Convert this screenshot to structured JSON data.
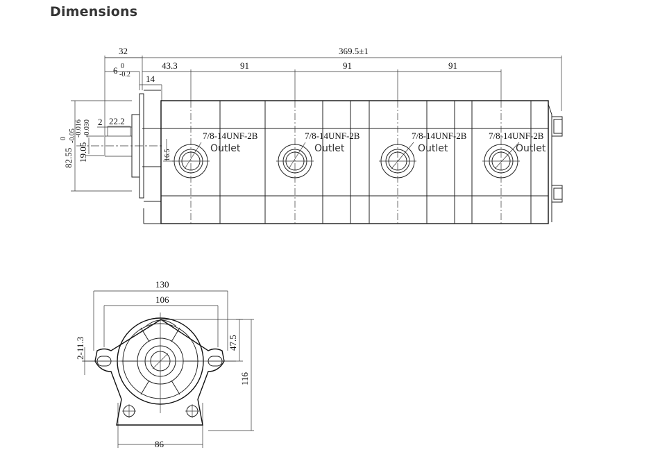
{
  "heading": "Dimensions",
  "side_view": {
    "dims": {
      "overall": "369.5±1",
      "d32": "32",
      "d6": "6",
      "d6_upper": "0",
      "d6_lower": "-0.2",
      "d43": "43.3",
      "d91_a": "91",
      "d91_b": "91",
      "d91_c": "91",
      "d14": "14",
      "d2": "2",
      "d22": "22.2",
      "d82": "82.55",
      "d82_upper": "0",
      "d82_lower": "-0.05",
      "d19": "19.05",
      "d19_upper": "-0.016",
      "d19_lower": "-0.030",
      "d16": "16.5"
    },
    "ports": [
      {
        "thread": "7/8-14UNF-2B",
        "label": "Outlet"
      },
      {
        "thread": "7/8-14UNF-2B",
        "label": "Outlet"
      },
      {
        "thread": "7/8-14UNF-2B",
        "label": "Outlet"
      },
      {
        "thread": "7/8-14UNF-2B",
        "label": "Outlet"
      }
    ]
  },
  "front_view": {
    "dims": {
      "d130": "130",
      "d106": "106",
      "d47": "47.5",
      "d116": "116",
      "holes": "2-11.3",
      "d86": "86"
    }
  }
}
